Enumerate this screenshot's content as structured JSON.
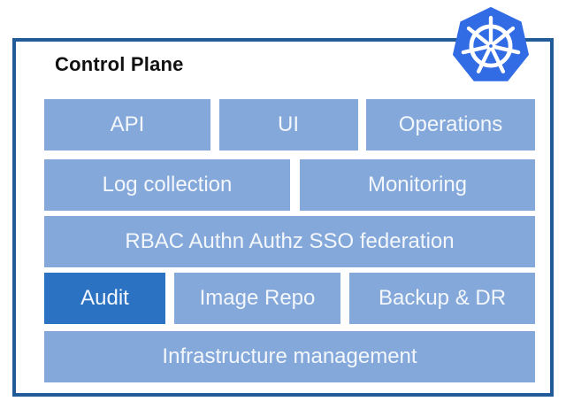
{
  "diagram": {
    "title": "Control Plane",
    "rows": [
      {
        "boxes": [
          {
            "label": "API",
            "variant": "light"
          },
          {
            "label": "UI",
            "variant": "light"
          },
          {
            "label": "Operations",
            "variant": "light"
          }
        ]
      },
      {
        "boxes": [
          {
            "label": "Log collection",
            "variant": "light"
          },
          {
            "label": "Monitoring",
            "variant": "light"
          }
        ]
      },
      {
        "boxes": [
          {
            "label": "RBAC Authn Authz SSO federation",
            "variant": "light"
          }
        ]
      },
      {
        "boxes": [
          {
            "label": "Audit",
            "variant": "dark"
          },
          {
            "label": "Image Repo",
            "variant": "light"
          },
          {
            "label": "Backup & DR",
            "variant": "light"
          }
        ]
      },
      {
        "boxes": [
          {
            "label": "Infrastructure management",
            "variant": "light"
          }
        ]
      }
    ],
    "colors": {
      "box_light": "#84A8DA",
      "box_dark": "#2C72C3",
      "frame_border": "#215C98",
      "kubernetes_blue": "#326CE5",
      "box_text": "#F3F7FB",
      "title_text": "#111111"
    },
    "logo": "kubernetes-helm-wheel"
  }
}
